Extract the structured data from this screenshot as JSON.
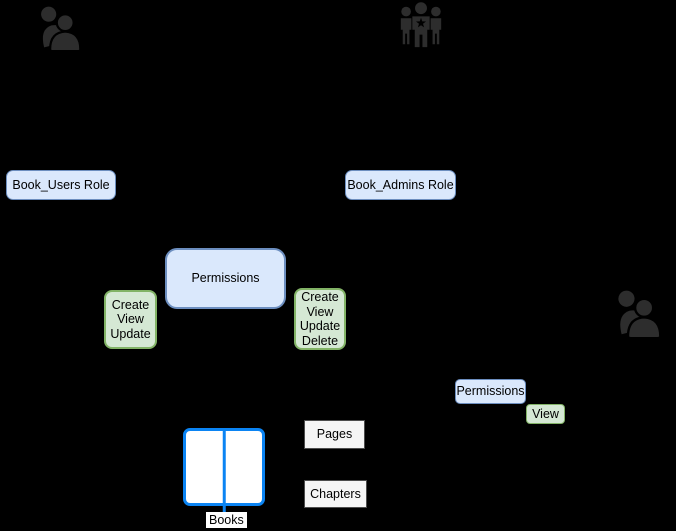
{
  "diagram": {
    "type": "rbac-permissions-diagram",
    "colors": {
      "background": "#000000",
      "role_fill": "#dae8fc",
      "role_border": "#6c8ebf",
      "permission_fill": "#d5e8d4",
      "permission_border": "#82b366",
      "entity_fill": "#f5f5f5",
      "entity_border": "#4d4d4d",
      "book_stroke": "#0b84f3",
      "icon_color": "#2d2d2d",
      "text_color": "#000000"
    },
    "icons": {
      "top_left": "users-group",
      "top_center": "admin-group-with-star",
      "mid_right": "users-group"
    },
    "nodes": {
      "book_users_role": {
        "label": "Book_Users Role"
      },
      "book_admins_role": {
        "label": "Book_Admins Role"
      },
      "permissions_main": {
        "label": "Permissions"
      },
      "user_permissions": {
        "label": "Create\nView\nUpdate"
      },
      "admin_permissions": {
        "label": "Create\nView\nUpdate\nDelete"
      },
      "permissions_viewer": {
        "label": "Permissions"
      },
      "viewer_permission": {
        "label": "View"
      },
      "pages": {
        "label": "Pages"
      },
      "chapters": {
        "label": "Chapters"
      },
      "books": {
        "label": "Books"
      }
    }
  }
}
